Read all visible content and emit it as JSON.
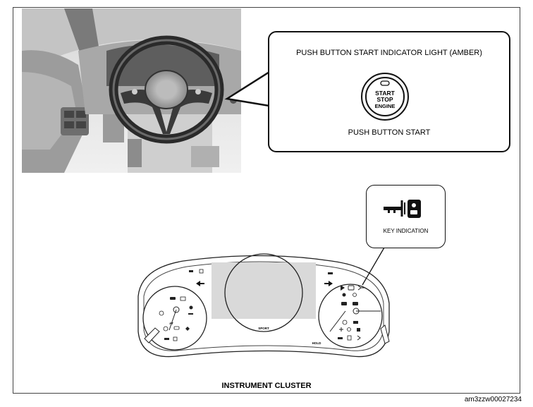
{
  "labels": {
    "indicator_light": "PUSH BUTTON START INDICATOR LIGHT (AMBER)",
    "push_button_start": "PUSH BUTTON START",
    "key_indication": "KEY INDICATION",
    "instrument_cluster": "INSTRUMENT CLUSTER",
    "figure_id": "am3zzw00027234"
  },
  "button": {
    "line1": "START",
    "line2": "STOP",
    "line3": "ENGINE"
  },
  "cluster_marks": {
    "sport": "SPORT",
    "hold": "HOLD",
    "at": "AT"
  },
  "icons": [
    "steering-wheel-photo-icon",
    "start-stop-button-icon",
    "key-indication-icon",
    "turn-arrow-left-icon",
    "turn-arrow-right-icon"
  ]
}
